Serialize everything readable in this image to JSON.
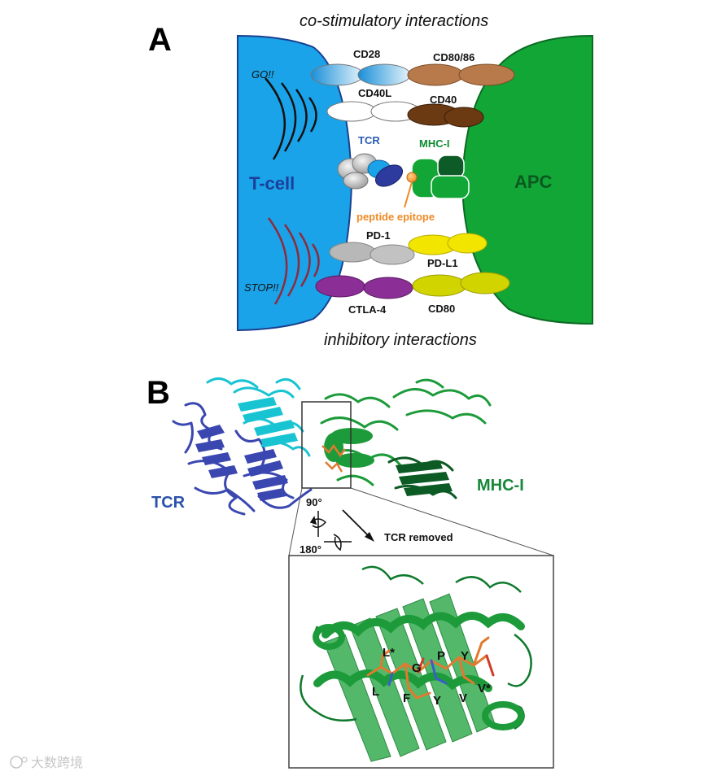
{
  "panel_a": {
    "letter": "A",
    "top_caption": "co-stimulatory interactions",
    "bottom_caption": "inhibitory interactions",
    "tcell_label": "T-cell",
    "apc_label": "APC",
    "go_label": "GO!!",
    "stop_label": "STOP!!",
    "molecules": {
      "cd28": "CD28",
      "cd80_86": "CD80/86",
      "cd40l": "CD40L",
      "cd40": "CD40",
      "tcr": "TCR",
      "mhc_i": "MHC-I",
      "peptide_epitope": "peptide epitope",
      "pd1": "PD-1",
      "pdl1": "PD-L1",
      "ctla4": "CTLA-4",
      "cd80": "CD80"
    },
    "colors": {
      "tcell": "#1aa3e8",
      "apc": "#12a637",
      "cd80_86": "#b87a4b",
      "cd40": "#6b3a12",
      "pd1": "#b8b8b8",
      "pdl1": "#f2e600",
      "ctla4": "#8b2f96",
      "cd80": "#d2d400",
      "tcr_blue": "#2d3a9e",
      "peptide": "#f08a24",
      "go_arcs": "#111111",
      "stop_arcs": "#8e2b3c"
    }
  },
  "panel_b": {
    "letter": "B",
    "tcr_label": "TCR",
    "mhc_label": "MHC-I",
    "rotation_1": "90°",
    "rotation_2": "180°",
    "arrow_label": "TCR removed",
    "residues": [
      "L*",
      "G",
      "P",
      "Y",
      "L",
      "F",
      "Y",
      "V",
      "V*"
    ],
    "colors": {
      "tcr_chain_a": "#3a47b0",
      "tcr_chain_b": "#19c4d2",
      "mhc_heavy": "#1d9b3a",
      "mhc_b2m": "#0c5a24",
      "peptide": "#e07a30",
      "label_tcr": "#2a52a8",
      "label_mhc": "#17873a"
    }
  },
  "watermark": "大数跨境"
}
